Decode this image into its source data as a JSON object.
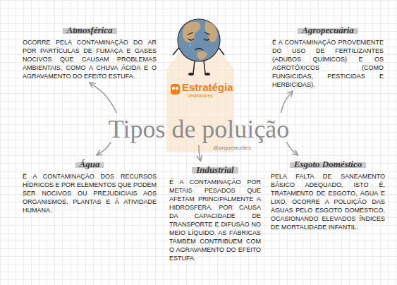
{
  "diagram": {
    "nodes": [
      {
        "text": [
          "Atmosférica",
          "OCORRE PELA CONTAMINAÇÃO DO AR POR PARTÍCULAS DE FUMAÇA E GASES NOCIVOS QUE CAUSAM PROBLEMAS AMBIENTAIS, COMO A CHUVA ÁCIDA E O AGRAVAMENTO DO EFEITO ESTUFA."
        ]
      },
      {
        "text": [
          "Agropecuária",
          "É A CONTAMINAÇÃO PROVENIENTE DO USO DE FERTILIZANTES (ADUBOS QUÍMICOS) E OS AGROTÓXICOS (COMO FUNGICIDAS, PESTICIDAS E HERBICIDAS)."
        ]
      },
      {
        "text": [
          "Tipos de poluição"
        ]
      },
      {
        "text": [
          "Água",
          "É A CONTAMINAÇÃO DOS RECURSOS HÍDRICOS E POR ELEMENTOS QUE PODEM SER NOCIVOS OU PREJUDICIAIS AOS ORGANISMOS, PLANTAS E À ATIVIDADE HUMANA."
        ]
      },
      {
        "text": [
          "Industrial",
          "É A CONTAMINAÇÃO POR METAIS PESADOS QUE AFETAM PRINCIPALMENTE A HIDROSFERA, POR CAUSA DA CAPACIDADE DE TRANSPORTE E DIFUSÃO NO MEIO LÍQUIDO. AS FÁBRICAS TAMBÉM CONTRIBUEM COM O AGRAVAMENTO DO EFEITO ESTUFA."
        ]
      },
      {
        "text": [
          "Esgoto Doméstico",
          "PELA FALTA DE SANEAMENTO BÁSICO ADEQUADO, ISTO É, TRATAMENTO DE ESGOTO, ÁGUA E LIXO, OCORRE A POLUIÇÃO DAS ÁGUAS PELO ESGOTO DOMÉSTICO, OCASIONANDO ELEVADOS ÍNDICES DE MORTALIDADE INFANTIL."
        ]
      }
    ],
    "edges": [
      {
        "from": 2,
        "to": 0,
        "arrow": "to"
      },
      {
        "from": 2,
        "to": 1,
        "arrow": "to"
      },
      {
        "from": 2,
        "to": 3,
        "arrow": "to"
      },
      {
        "from": 2,
        "to": 4,
        "arrow": "to"
      },
      {
        "from": 2,
        "to": 5,
        "arrow": "to"
      }
    ],
    "labels": [
      "Estratégia",
      "Vestibulares",
      "@arquestudies"
    ]
  }
}
